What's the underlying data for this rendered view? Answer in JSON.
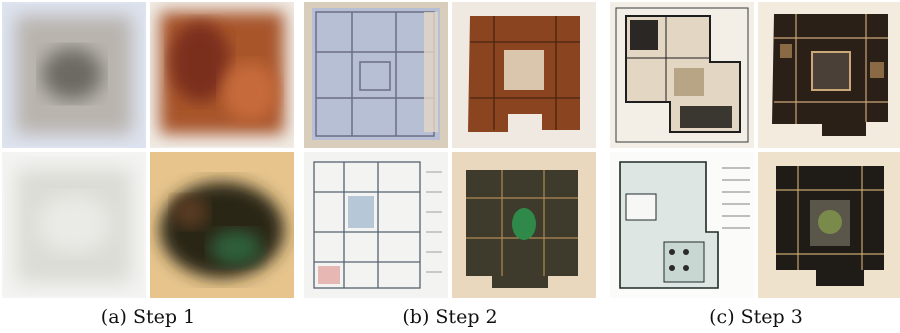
{
  "figure": {
    "panels": [
      {
        "caption": "(a) Step 1"
      },
      {
        "caption": "(b) Step 2"
      },
      {
        "caption": "(c) Step 3"
      }
    ],
    "tile_descriptions": {
      "a": [
        "blurry pale square",
        "blurry orange-brown square",
        "blurry white square",
        "blurry dark green-brown blob"
      ],
      "b": [
        "faded blue floor plan",
        "brown floor plan",
        "light floor plan with grid",
        "green-brown floor plan"
      ],
      "c": [
        "detailed architectural plan",
        "dark brown building plan",
        "white plan with annotations",
        "dark building plan with courtyard"
      ]
    }
  }
}
